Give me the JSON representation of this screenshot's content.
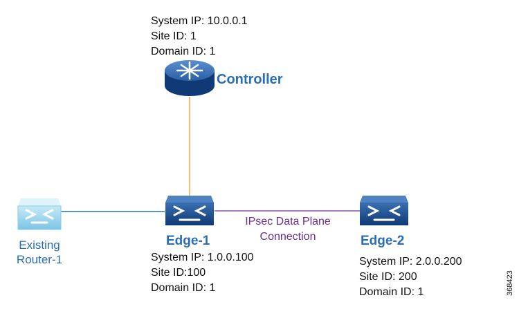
{
  "controller": {
    "label": "Controller",
    "system_ip": "System IP: 10.0.0.1",
    "site_id": "Site ID: 1",
    "domain_id": "Domain ID: 1",
    "icon": "router-icon"
  },
  "edge1": {
    "label": "Edge-1",
    "system_ip": "System IP: 1.0.0.100",
    "site_id": "Site ID:100",
    "domain_id": "Domain ID: 1",
    "icon": "switch-icon"
  },
  "edge2": {
    "label": "Edge-2",
    "system_ip": "System IP: 2.0.0.200",
    "site_id": "Site ID: 200",
    "domain_id": "Domain ID: 1",
    "icon": "switch-icon"
  },
  "existing_router": {
    "line1": "Existing",
    "line2": "Router-1",
    "icon": "switch-icon"
  },
  "ipsec_link": {
    "line1": "IPsec Data Plane",
    "line2": "Connection"
  },
  "figure_id": "368423",
  "colors": {
    "node_blue": "#1f4e8c",
    "label_blue": "#2a6db3",
    "existing_router": "#9fd6ee",
    "controller_link": "#f4a93a",
    "existing_link": "#2a6db3",
    "ipsec_link": "#8a4fb5"
  }
}
